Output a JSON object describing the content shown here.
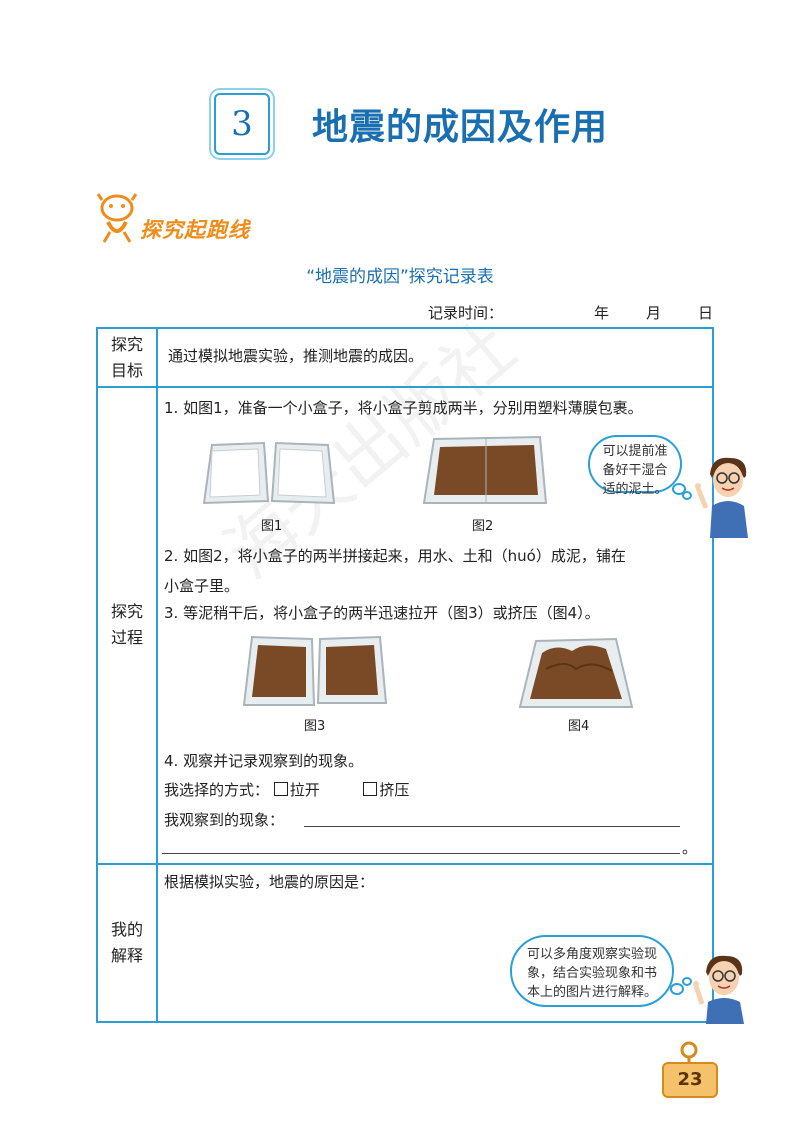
{
  "heading": {
    "number": "3",
    "title": "地震的成因及作用"
  },
  "section": {
    "label": "探究起跑线"
  },
  "table_title": "“地震的成因”探究记录表",
  "record_time": {
    "label": "记录时间：",
    "year": "年",
    "month": "月",
    "day": "日"
  },
  "rows": {
    "goal": {
      "head_1": "探究",
      "head_2": "目标",
      "text": "通过模拟地震实验，推测地震的成因。"
    },
    "process": {
      "head_1": "探究",
      "head_2": "过程",
      "step1": "1.  如图1，准备一个小盒子，将小盒子剪成两半，分别用塑料薄膜包裹。",
      "fig1": "图1",
      "fig2": "图2",
      "tip": "可以提前准备好干湿合适的泥土。",
      "step2_line1": "2.  如图2，将小盒子的两半拼接起来，用水、土和（huó）成泥，铺在",
      "step2_line2": "小盒子里。",
      "step3": "3.  等泥稍干后，将小盒子的两半迅速拉开（图3）或挤压（图4）。",
      "fig3": "图3",
      "fig4": "图4",
      "step4": "4.  观察并记录观察到的现象。",
      "choice_label": "我选择的方式：",
      "choice_pull": "拉开",
      "choice_squeeze": "挤压",
      "observed_label": "我观察到的现象：",
      "end_mark": "。"
    },
    "explain": {
      "head_1": "我的",
      "head_2": "解释",
      "text": "根据模拟实验，地震的原因是：",
      "tip": "可以多角度观察实验现象，结合实验现象和书本上的图片进行解释。"
    }
  },
  "page_number": "23",
  "colors": {
    "accent_blue": "#2a9fd6",
    "title_blue": "#1a6fb0",
    "orange": "#f08c1a",
    "soil": "#7a4a26"
  }
}
